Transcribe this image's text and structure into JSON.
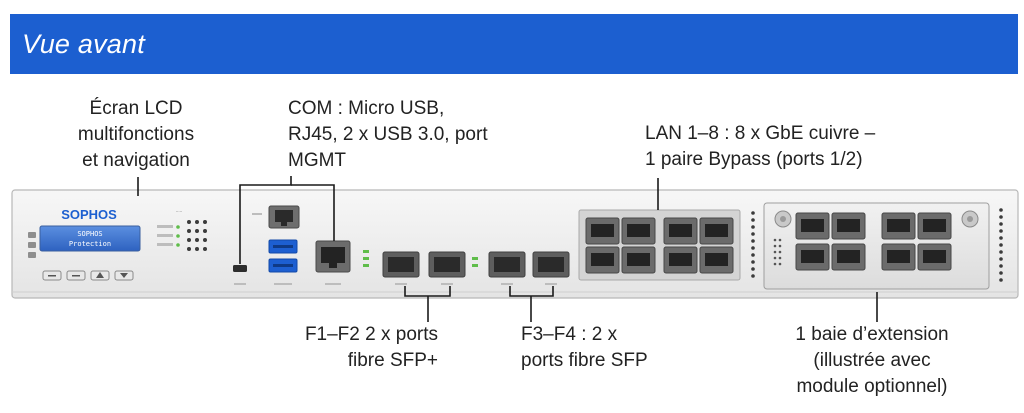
{
  "header": {
    "title": "Vue avant",
    "color": "#1c5fd0"
  },
  "device": {
    "brand_logo": "SOPHOS",
    "lcd_line1": "SOPHOS",
    "lcd_line2": "Protection"
  },
  "callouts": {
    "lcd": [
      "Écran LCD",
      "multifonctions",
      "et navigation"
    ],
    "com": [
      "COM : Micro USB,",
      "RJ45, 2 x USB 3.0, port",
      "MGMT"
    ],
    "lan": [
      "LAN 1–8 : 8 x GbE cuivre –",
      "1 paire Bypass (ports 1/2)"
    ],
    "f1f2": [
      "F1–F2 2 x ports",
      "fibre SFP+"
    ],
    "f3f4": [
      "F3–F4 : 2 x",
      "ports fibre SFP"
    ],
    "bay": [
      "1 baie d’extension",
      "(illustrée avec",
      "module optionnel)"
    ]
  }
}
